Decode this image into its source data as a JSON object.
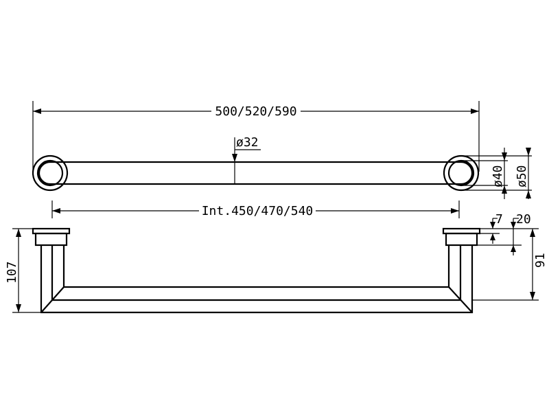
{
  "labels": {
    "overall_length": "500/520/590",
    "tube_diameter": "ø32",
    "flange_diameter_inner": "ø40",
    "flange_diameter_outer": "ø50",
    "internal_length": "Int.450/470/540",
    "flange_thickness": "7",
    "flange_height": "20",
    "projection_total": "107",
    "projection_centre": "91"
  }
}
